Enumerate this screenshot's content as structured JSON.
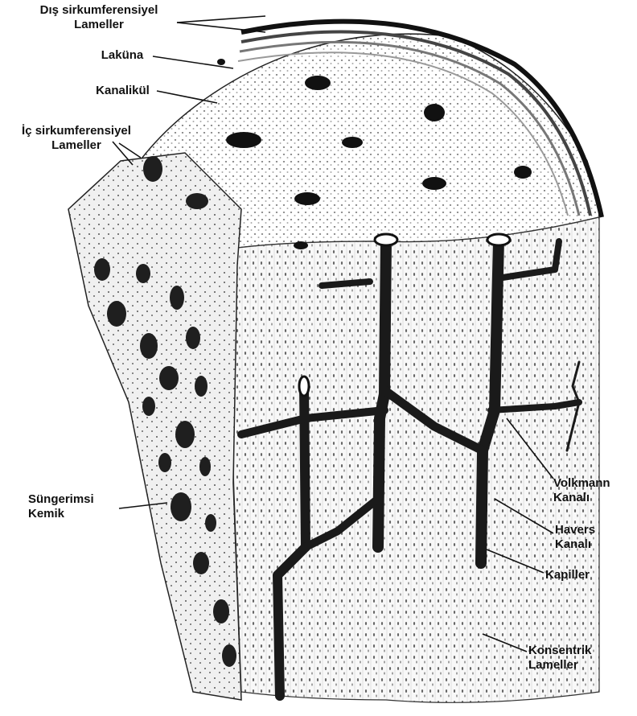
{
  "diagram": {
    "labels": {
      "dis_sirkumferensiyel": [
        "Dış sirkumferensiyel",
        "Lameller"
      ],
      "lakuna": [
        "Laküna"
      ],
      "kanalikul": [
        "Kanalikül"
      ],
      "ic_sirkumferensiyel": [
        "İç sirkumferensiyel",
        "Lameller"
      ],
      "sungerimsi": [
        "Süngerimsi",
        "Kemik"
      ],
      "volkmann": [
        "Volkmann",
        "Kanalı"
      ],
      "havers": [
        "Havers",
        "Kanalı"
      ],
      "kapiller": [
        "Kapiller"
      ],
      "konsentrik": [
        "Konsentrik",
        "Lameller"
      ]
    },
    "colors": {
      "ink": "#111111",
      "bone_fill": "#f7f7f7",
      "shade": "#d9d9d9",
      "channel": "#1a1a1a"
    }
  }
}
